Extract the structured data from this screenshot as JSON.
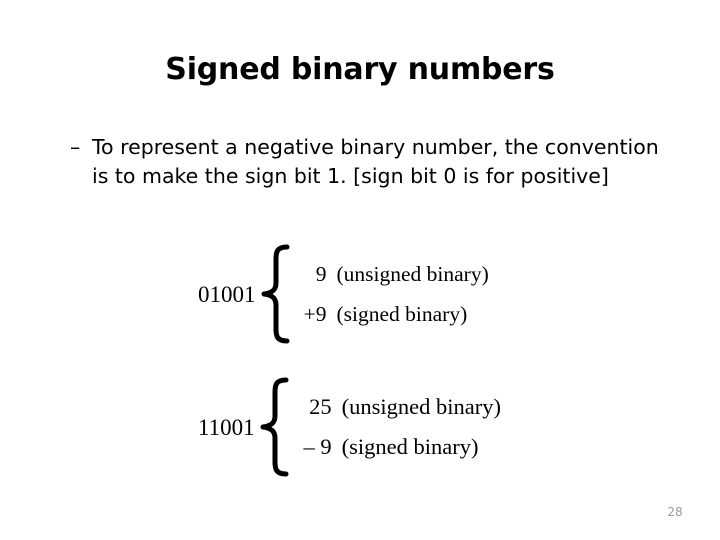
{
  "slide": {
    "title": "Signed binary numbers",
    "page_number": "28",
    "background_color": "#ffffff",
    "text_color": "#000000",
    "page_number_color": "#999999"
  },
  "bullet": {
    "marker": "–",
    "text": "To represent a negative binary number, the convention is to make the sign bit 1. [sign bit 0 is for positive]"
  },
  "examples": [
    {
      "binary": "01001",
      "rows": [
        {
          "value": "9",
          "label": "(unsigned binary)"
        },
        {
          "value": "+9",
          "label": "(signed binary)"
        }
      ]
    },
    {
      "binary": "11001",
      "rows": [
        {
          "value": "25",
          "label": "(unsigned binary)"
        },
        {
          "value": "– 9",
          "label": "(signed binary)"
        }
      ]
    }
  ]
}
